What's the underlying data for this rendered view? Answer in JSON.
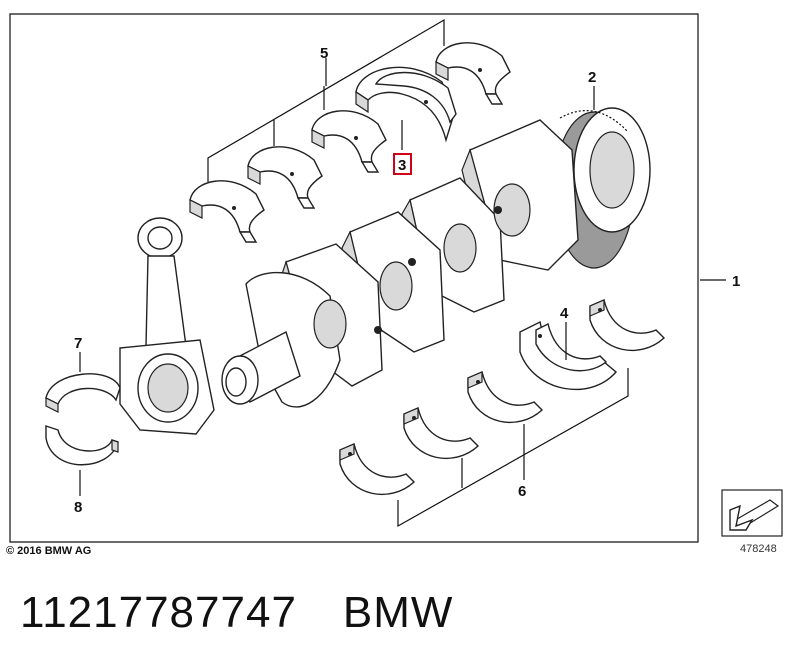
{
  "diagram": {
    "callouts": {
      "c1": "1",
      "c2": "2",
      "c3": "3",
      "c4": "4",
      "c5": "5",
      "c6": "6",
      "c7": "7",
      "c8": "8"
    },
    "copyright": "© 2016 BMW AG",
    "ref_number": "478248",
    "highlight_color": "#d0021b"
  },
  "footer": {
    "part_number": "11217787747",
    "brand": "BMW"
  }
}
